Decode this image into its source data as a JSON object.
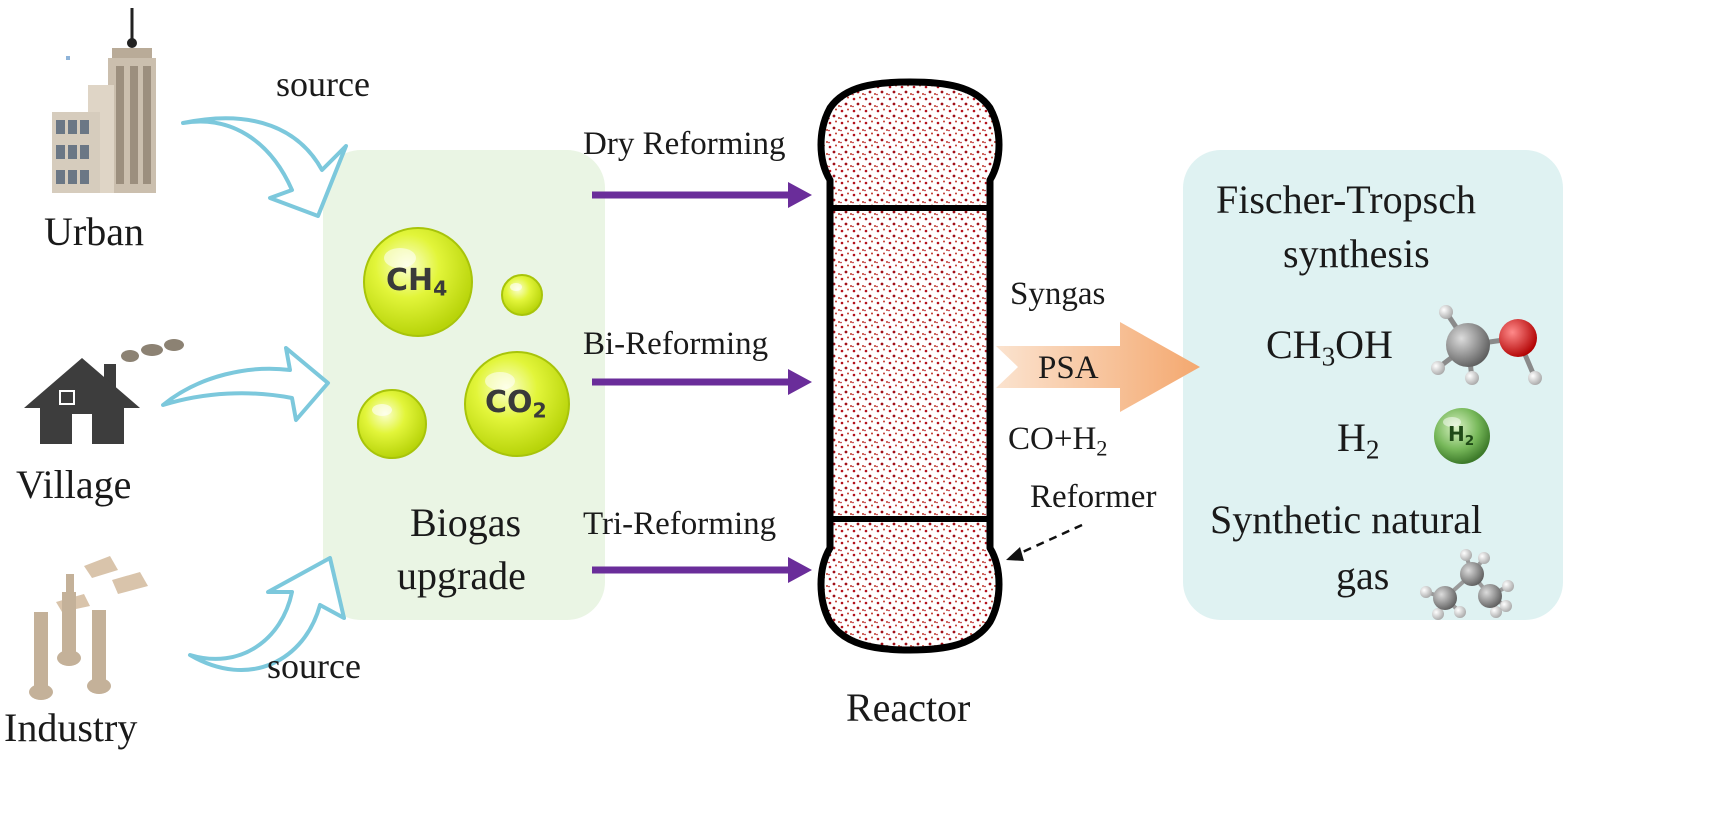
{
  "sources": {
    "urban": "Urban",
    "village": "Village",
    "industry": "Industry",
    "source_top": "source",
    "source_bottom": "source"
  },
  "biogas": {
    "line1": "Biogas",
    "line2": "upgrade",
    "bubble_ch4": "CH",
    "bubble_ch4_sub": "4",
    "bubble_co2": "CO",
    "bubble_co2_sub": "2"
  },
  "routes": [
    "Dry Reforming",
    "Bi-Reforming",
    "Tri-Reforming"
  ],
  "reactor": {
    "label": "Reactor",
    "syngas": "Syngas",
    "psa": "PSA",
    "co_h2_prefix": "CO+H",
    "co_h2_sub": "2",
    "reformer": "Reformer"
  },
  "products": {
    "ft_line1": "Fischer-Tropsch",
    "ft_line2": "synthesis",
    "methanol_a": "CH",
    "methanol_sub": "3",
    "methanol_b": "OH",
    "h2": "H",
    "h2_sub": "2",
    "h2_ball_text": "H",
    "h2_ball_sub": "2",
    "sng_line1": "Synthetic natural",
    "sng_line2": "gas"
  },
  "colors": {
    "biogas_box": "#eaf5e4",
    "products_box": "#dff2f2",
    "route_arrow": "#6a2d9a",
    "reactor_dots": "#b3121c",
    "psa_arrow": "#f5b07e",
    "source_arrow": "#7cc8dc",
    "bubble": "#d8ee2a"
  }
}
